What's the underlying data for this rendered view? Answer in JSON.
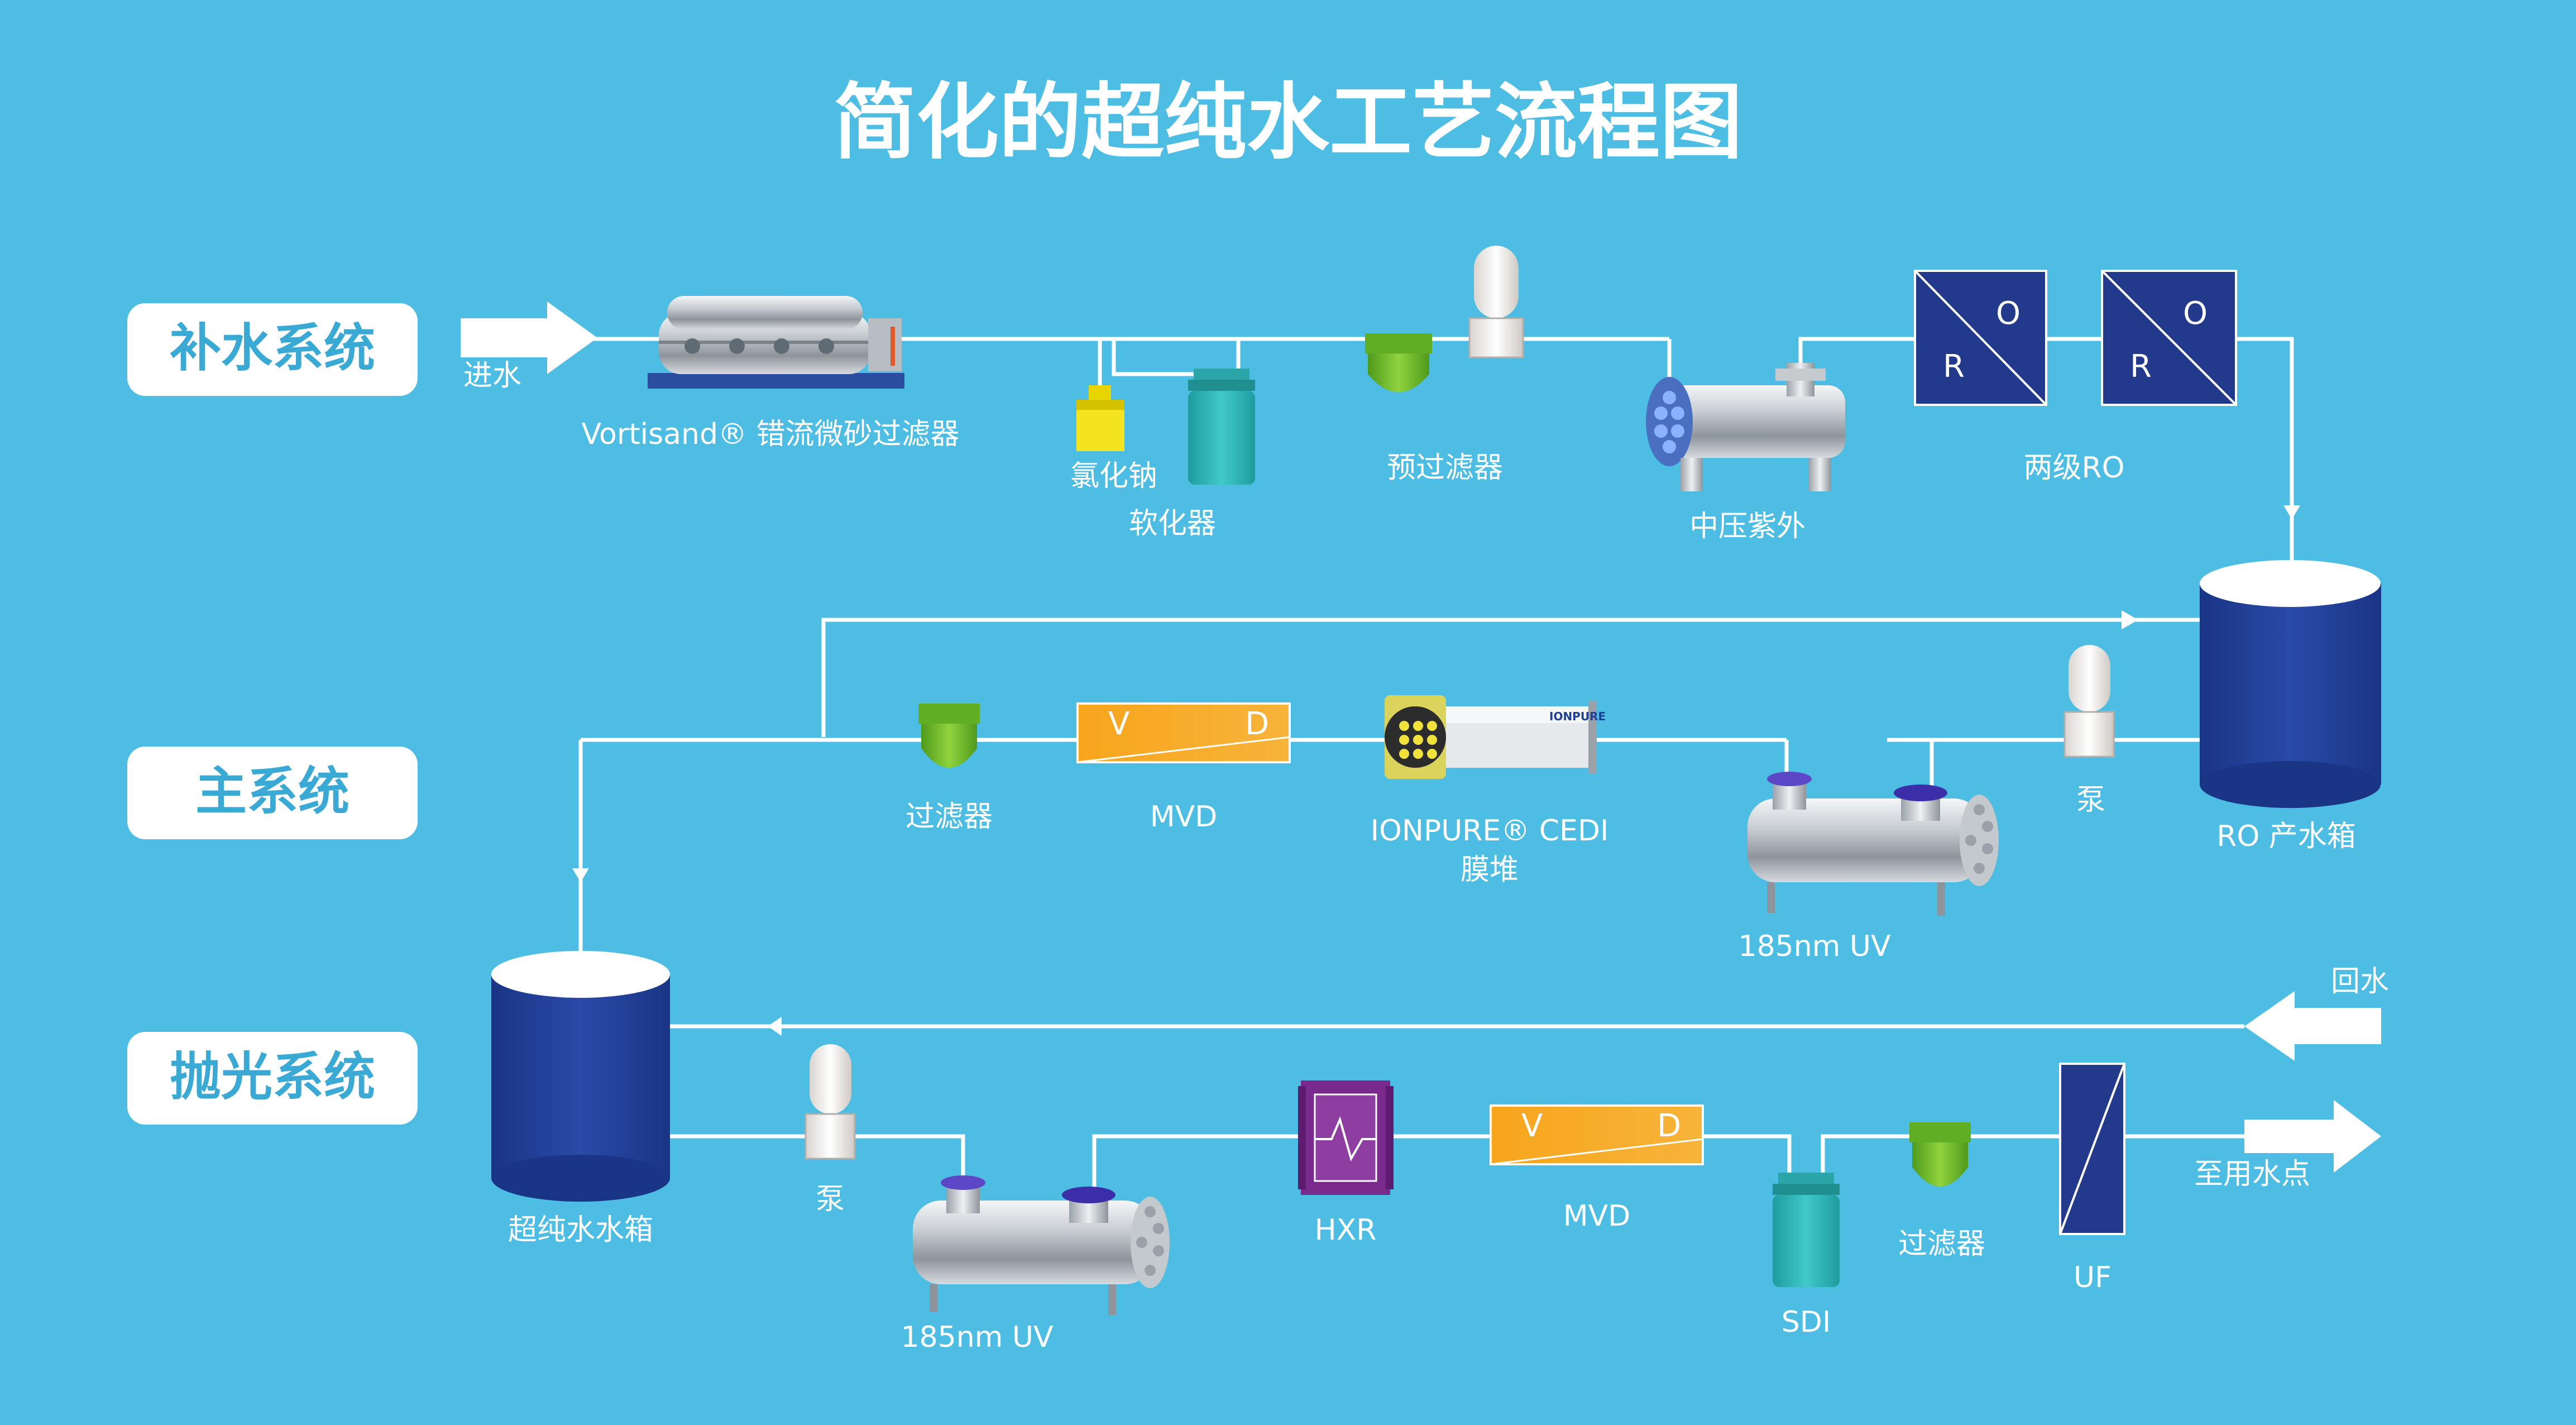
{
  "title": "简化的超纯水工艺流程图",
  "systems": {
    "makeup": "补水系统",
    "main": "主系统",
    "polish": "抛光系统"
  },
  "labels": {
    "inlet": "进水",
    "vortisand": "Vortisand® 错流微砂过滤器",
    "naclo": "氯化钠",
    "softener": "软化器",
    "prefilter": "预过滤器",
    "mp_uv": "中压紫外",
    "two_ro": "两级RO",
    "ro_tank": "RO 产水箱",
    "filter_main": "过滤器",
    "mvd_main": "MVD",
    "cedi_line1": "IONPURE® CEDI",
    "cedi_line2": "膜堆",
    "uv_main": "185nm UV",
    "pump_main": "泵",
    "return_water": "回水",
    "upw_tank": "超纯水水箱",
    "pump_polish": "泵",
    "uv_polish": "185nm UV",
    "hxr": "HXR",
    "mvd_polish": "MVD",
    "sdi": "SDI",
    "filter_polish": "过滤器",
    "uf": "UF",
    "to_use": "至用水点"
  },
  "symbols": {
    "ro_r": "R",
    "ro_o": "O",
    "mvd_v": "V",
    "mvd_d": "D",
    "cedi_brand": "IONPURE"
  },
  "colors": {
    "background": "#4dbde3",
    "pipe": "#ffffff",
    "tank_blue": "#1f3f97",
    "ro_blue": "#243c8e",
    "filter_green": "#6dbb2c",
    "naclo_yellow": "#f2e21e",
    "teal": "#2bb3b3",
    "mvd_orange": "#f6a21b",
    "hxr_purple": "#7a2a8c",
    "system_text": "#3aa9d4"
  }
}
